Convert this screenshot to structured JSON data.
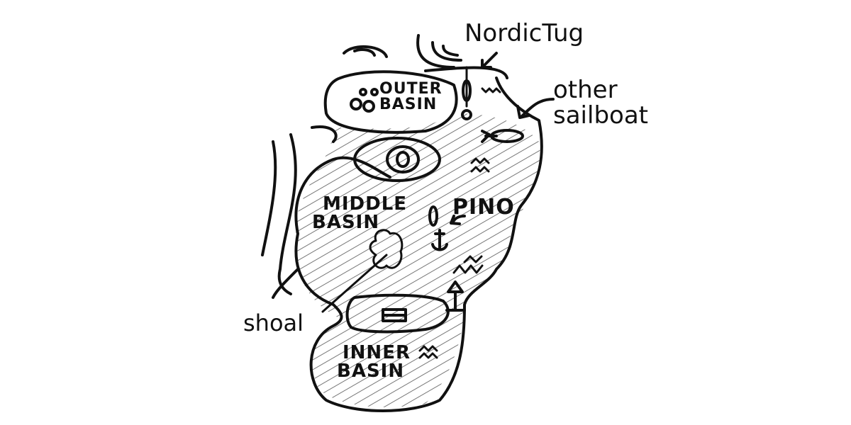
{
  "map": {
    "type": "hand-drawn harbor sketch",
    "regions": [
      {
        "id": "outer",
        "label_line1": "OUTER",
        "label_line2": "BASIN"
      },
      {
        "id": "middle",
        "label_line1": "MIDDLE",
        "label_line2": "BASIN"
      },
      {
        "id": "inner",
        "label_line1": "INNER",
        "label_line2": "BASIN"
      }
    ],
    "annotations": {
      "nordic_tug": "NordicTug",
      "other_line1": "other",
      "other_line2": "sailboat",
      "pino": "PINO",
      "shoal": "shoal"
    },
    "colors": {
      "ink": "#111111",
      "paper": "#ffffff"
    }
  }
}
